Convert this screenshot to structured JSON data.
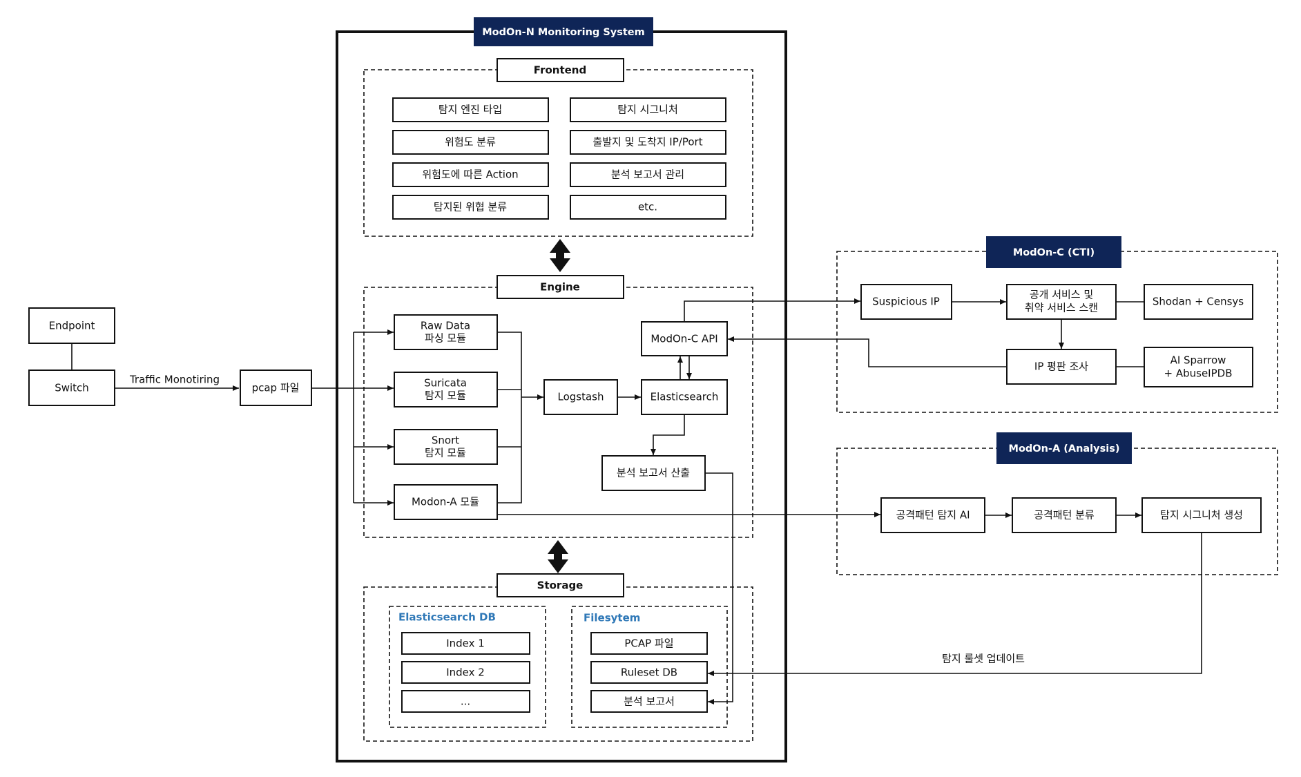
{
  "system": {
    "title": "ModOn-N Monitoring System",
    "accent_color": "#0f2557"
  },
  "frontend": {
    "title": "Frontend",
    "items": [
      "탐지 엔진 타입",
      "탐지 시그니처",
      "위험도 분류",
      "출발지 및 도착지 IP/Port",
      "위험도에 따른 Action",
      "분석 보고서 관리",
      "탐지된 위협 분류",
      "etc."
    ]
  },
  "engine": {
    "title": "Engine",
    "raw_data": [
      "Raw Data",
      "파싱 모듈"
    ],
    "suricata": [
      "Suricata",
      "탐지 모듈"
    ],
    "snort": [
      "Snort",
      "탐지 모듈"
    ],
    "modon_a_module": "Modon-A 모듈",
    "logstash": "Logstash",
    "elasticsearch": "Elasticsearch",
    "modon_c_api": "ModOn-C API",
    "report_gen": "분석 보고서 산출"
  },
  "storage": {
    "title": "Storage",
    "es_db": {
      "title": "Elasticsearch DB",
      "items": [
        "Index 1",
        "Index 2",
        "..."
      ]
    },
    "filesystem": {
      "title": "Filesytem",
      "items": [
        "PCAP 파일",
        "Ruleset DB",
        "분석 보고서"
      ]
    }
  },
  "left": {
    "endpoint": "Endpoint",
    "switch": "Switch",
    "traffic_label": "Traffic Monotiring",
    "pcap": "pcap 파일"
  },
  "cti": {
    "title": "ModOn-C (CTI)",
    "suspicious_ip": "Suspicious IP",
    "scan": [
      "공개 서비스 및",
      "취약 서비스 스캔"
    ],
    "shodan": "Shodan + Censys",
    "reputation": "IP 평판 조사",
    "ai_sparrow": [
      "AI Sparrow",
      "+ AbuseIPDB"
    ]
  },
  "analysis": {
    "title": "ModOn-A (Analysis)",
    "ai": "공격패턴 탐지 AI",
    "classify": "공격패턴 분류",
    "signature": "탐지 시그니처 생성"
  },
  "ruleset_update_label": "탐지 룰셋 업데이트"
}
